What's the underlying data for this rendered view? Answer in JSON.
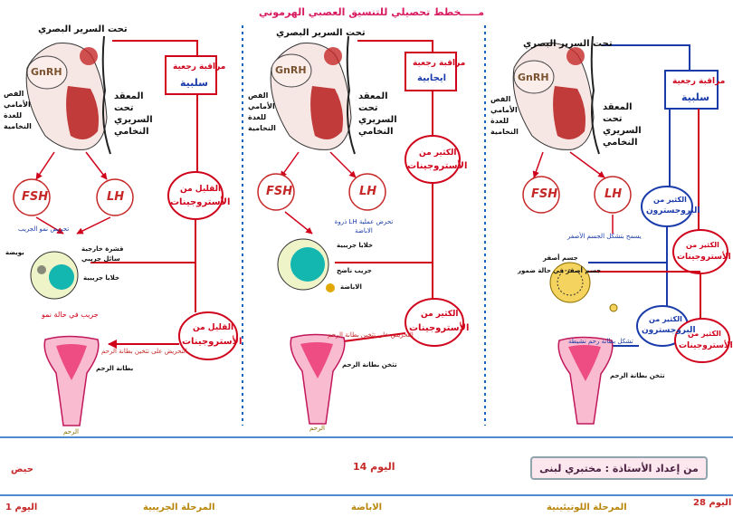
{
  "title": "مـــــخطط تحصيلي للتنسيق العصبي الهرموني",
  "panels": [
    {
      "hypothalamus": "تحت السرير البصري",
      "gnrh": "GnRH",
      "pituitary_label": "الفص الأمامي للغدة النخامية",
      "complex_label": "المعقد تحت السريري النخامي",
      "feedback_title": "مراقبة رجعية",
      "feedback_type": "سلبية",
      "fsh": "FSH",
      "lh": "LH",
      "hormone_a_top": "القليل من",
      "hormone_a_bottom": "الأستروجينات",
      "stimulus": "تحريض نمو الجريب",
      "follicle_labels": [
        "قشرة خارجية",
        "سائل جريبي",
        "خلايا جريبية",
        "بويضة"
      ],
      "follicle_caption": "جريب في حالة نمو",
      "hormone_b_top": "القليل من",
      "hormone_b_bottom": "الأستروجينات",
      "uterus_note": "التحريض على تثخين بطانة الرحم",
      "endometrium": "بطانة الرحم",
      "uterus": "الرحم"
    },
    {
      "hypothalamus": "تحت السرير البصري",
      "gnrh": "GnRH",
      "pituitary_label": "الفص الأمامي للغدة النخامية",
      "complex_label": "المعقد تحت السريري النخامي",
      "feedback_title": "مراقبة رجعية",
      "feedback_type": "ايجابية",
      "fsh": "FSH",
      "lh": "LH",
      "hormone_a_top": "الكثير من",
      "hormone_a_bottom": "الأستروجينات",
      "stimulus": "ذروة LH تحرض عملية الاباضة",
      "follicle_labels": [
        "خلايا جريبية",
        "جريب ناضج",
        "الاباضة"
      ],
      "hormone_b_top": "الكثير من",
      "hormone_b_bottom": "الأستروجينات",
      "uterus_note": "التحريض على تثخين بطانة الرحم",
      "endometrium": "تثخن بطانة الرحم",
      "uterus": "الرحم"
    },
    {
      "hypothalamus": "تحت السرير البصري",
      "gnrh": "GnRH",
      "pituitary_label": "الفص الأمامي للغدة النخامية",
      "complex_label": "المعقد تحت السريري النخامي",
      "feedback_title": "مراقبة رجعية",
      "feedback_type": "سلبية",
      "fsh": "FSH",
      "lh": "LH",
      "prog_top": "الكثير من",
      "prog_bottom": "البروجسترون",
      "estro_top": "الكثير من",
      "estro_bottom": "الأستروجينات",
      "stimulus": "يسمح بتشكل الجسم الأصفر",
      "corpus": "جسم أصفر",
      "corpus_caption": "جسم أصفر في حالة ضمور",
      "prog2_top": "الكثير من",
      "prog2_bottom": "البروجسترون",
      "estro2_top": "الكثير من",
      "estro2_bottom": "الأستروجينات",
      "uterus_note": "تشكل بطانة رحم نشيطة",
      "endometrium": "تثخن بطانة الرحم"
    }
  ],
  "bottom": {
    "left_label": "حيض",
    "center_label": "اليوم 14",
    "author": "من إعداد الأستاذة : مختبري لبنى"
  },
  "timeline": {
    "day1": "اليوم 1",
    "follicular": "المرحلة الجريبية",
    "ovulation": "الاباضة",
    "luteal": "المرحلة اللوتيئينية",
    "day28": "اليوم 28"
  },
  "colors": {
    "red": "#d0021b",
    "blue": "#1a3caa",
    "pink": "#e91e63",
    "divider": "#1565c0"
  }
}
